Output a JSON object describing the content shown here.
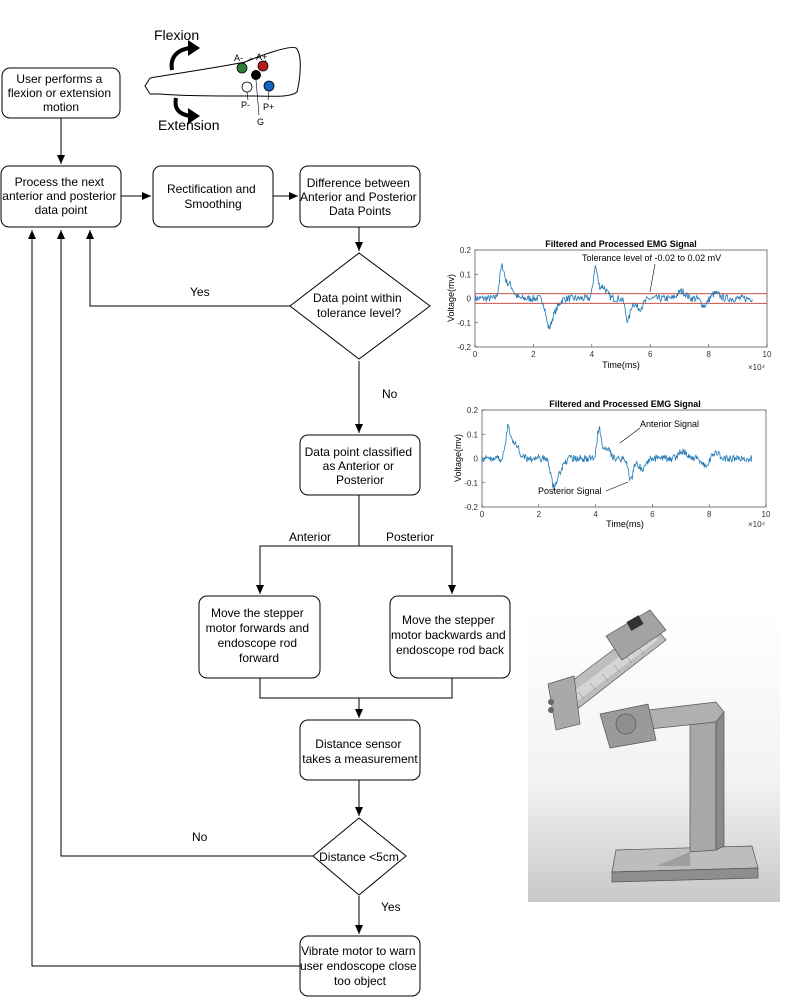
{
  "arm": {
    "flexion": "Flexion",
    "extension": "Extension",
    "electrodes": {
      "a_minus": "A-",
      "a_plus": "A+",
      "p_minus": "P-",
      "p_plus": "P+",
      "ground": "G"
    }
  },
  "flow": {
    "start": [
      "User performs a",
      "flexion or extension",
      "motion"
    ],
    "process": [
      "Process the  next",
      "anterior and posterior",
      "data point"
    ],
    "rectify": [
      "Rectification and",
      "Smoothing"
    ],
    "difference": [
      "Difference between",
      "Anterior and Posterior",
      "Data Points"
    ],
    "tolerance": [
      "Data point within",
      "tolerance level?"
    ],
    "classify": [
      "Data point classified",
      "as Anterior or",
      "Posterior"
    ],
    "forward": [
      "Move the stepper",
      "motor forwards and",
      "endoscope rod",
      "forward"
    ],
    "backward": [
      "Move the stepper",
      "motor backwards and",
      "endoscope rod back"
    ],
    "sensor": [
      "Distance sensor",
      "takes a measurement"
    ],
    "distance": [
      "Distance <5cm"
    ],
    "vibrate": [
      "Vibrate motor to warn",
      "user endoscope close",
      "too object"
    ],
    "yes1": "Yes",
    "no1": "No",
    "anterior": "Anterior",
    "posterior": "Posterior",
    "no2": "No",
    "yes2": "Yes"
  },
  "chart_data": [
    {
      "type": "line",
      "title": "Filtered and Processed EMG Signal",
      "xlabel": "Time(ms)",
      "ylabel": "Voltage(mv)",
      "xlim": [
        0,
        100000
      ],
      "ylim": [
        -0.2,
        0.2
      ],
      "x_ticks": [
        "0",
        "2",
        "4",
        "6",
        "8",
        "10"
      ],
      "y_ticks": [
        "0.2",
        "0.1",
        "0",
        "-0.1",
        "-0.2"
      ],
      "x_multiplier": "×10⁴",
      "annotation": "Tolerance level of -0.02 to 0.02 mV",
      "tolerance": [
        -0.02,
        0.02
      ],
      "tolerance_color": "#c0392b",
      "series_color": "#1f77b4"
    },
    {
      "type": "line",
      "title": "Filtered and Processed EMG Signal",
      "xlabel": "Time(ms)",
      "ylabel": "Voltage(mv)",
      "xlim": [
        0,
        100000
      ],
      "ylim": [
        -0.2,
        0.2
      ],
      "x_ticks": [
        "0",
        "2",
        "4",
        "6",
        "8",
        "10"
      ],
      "y_ticks": [
        "0.2",
        "0.1",
        "0",
        "-0.1",
        "-0.2"
      ],
      "x_multiplier": "×10⁴",
      "annotations": [
        "Anterior Signal",
        "Posterior Signal"
      ],
      "series_color": "#1f77b4"
    }
  ]
}
